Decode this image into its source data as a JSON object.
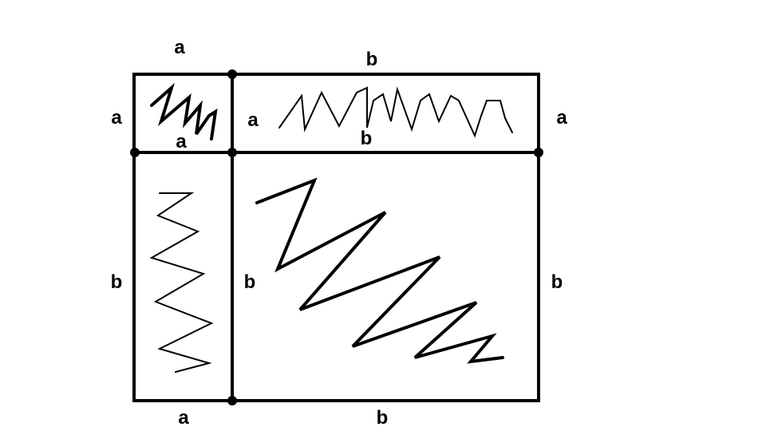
{
  "diagram": {
    "labels": {
      "top_left": "a",
      "top_right": "b",
      "left_upper": "a",
      "left_lower": "b",
      "small_square_bottom": "a",
      "middle_divider_upper": "a",
      "middle_divider_lower": "b",
      "strip_bottom": "b",
      "right_upper": "a",
      "right_lower": "b",
      "bottom_left": "a",
      "bottom_right": "b"
    },
    "colors": {
      "line": "#000000",
      "background": "#ffffff"
    }
  }
}
